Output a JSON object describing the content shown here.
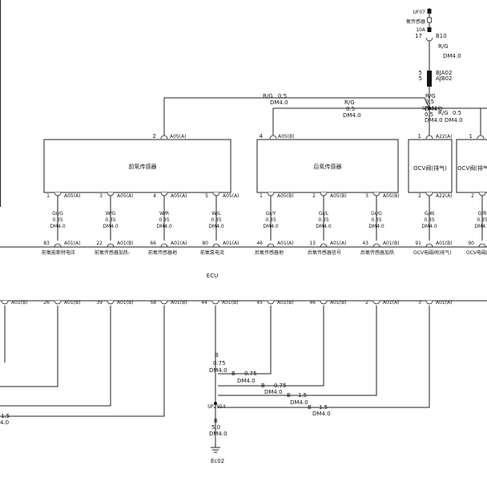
{
  "fuse": {
    "name": "UF07",
    "label": "氧传感器",
    "rating": "10A"
  },
  "b10": {
    "name": "B10",
    "pin": "17"
  },
  "power_wire": {
    "color": "R/G",
    "size": "0.5",
    "harness": "DM4.0"
  },
  "bja": {
    "pin_a": "5",
    "pin_b": "5",
    "name_a": "BJA02",
    "name_b": "AJB02"
  },
  "sp_top": {
    "name": "SP2926",
    "wire_down": {
      "color": "R/G",
      "size": "0.5",
      "harness": "DM4.0"
    }
  },
  "branch_top": {
    "color": "R/G",
    "size": "0.5",
    "harness": "DM4.0"
  },
  "branch_mid": {
    "color": "R/G",
    "size": "0.5",
    "harness": "DM4.0"
  },
  "branch_right": {
    "color": "R/G",
    "size": "0.5",
    "harness": "DM4.0"
  },
  "components": [
    {
      "name": "前氧传感器",
      "top_pin": "2",
      "top_conn": "A05(A)"
    },
    {
      "name": "后氧传感器",
      "top_pin": "4",
      "top_conn": "A05(B)"
    },
    {
      "name": "OCV阀(排气)",
      "top_pin": "1",
      "top_conn": "A22(A)"
    },
    {
      "name": "OCV阀(排气)"
    }
  ],
  "upper_pins": [
    {
      "comp_pin": "1",
      "comp_conn": "A05(A)",
      "color": "Gr/G",
      "size": "0.35",
      "harness": "DM4.0",
      "ecu_pin": "83",
      "ecu_conn": "A01(A)",
      "func": "前氧能斯特电压"
    },
    {
      "comp_pin": "3",
      "comp_conn": "A05(A)",
      "color": "W/G",
      "size": "0.35",
      "harness": "DM4.0",
      "ecu_pin": "22",
      "ecu_conn": "A01(B)",
      "func": "前氧传感器加热-"
    },
    {
      "comp_pin": "4",
      "comp_conn": "A05(A)",
      "color": "W/R",
      "size": "0.35",
      "harness": "DM4.0",
      "ecu_pin": "66",
      "ecu_conn": "A01(A)",
      "func": "前氧传感器地"
    },
    {
      "comp_pin": "5",
      "comp_conn": "A05(A)",
      "color": "W/L",
      "size": "0.35",
      "harness": "DM4.0",
      "ecu_pin": "80",
      "ecu_conn": "A01(A)",
      "func": "前氧泵电流"
    },
    {
      "comp_pin": "1",
      "comp_conn": "A05(B)",
      "color": "Gr/Y",
      "size": "0.35",
      "harness": "DM4.0",
      "ecu_pin": "46",
      "ecu_conn": "A01(A)",
      "func": "后氧传感器地"
    },
    {
      "comp_pin": "2",
      "comp_conn": "A05(B)",
      "color": "Gr/L",
      "size": "0.35",
      "harness": "DM4.0",
      "ecu_pin": "13",
      "ecu_conn": "A01(A)",
      "func": "后氧传感器信号"
    },
    {
      "comp_pin": "3",
      "comp_conn": "A05(B)",
      "color": "Gr/G",
      "size": "0.35",
      "harness": "DM4.0",
      "ecu_pin": "43",
      "ecu_conn": "A01(B)",
      "func": "后氧传感器加热"
    },
    {
      "comp_pin": "2",
      "comp_conn": "A22(A)",
      "color": "G/W",
      "size": "0.35",
      "harness": "DM4.0",
      "ecu_pin": "91",
      "ecu_conn": "A01(B)",
      "func": "OCV电磁阀(排气)"
    },
    {
      "comp_pin": "2",
      "comp_conn": "",
      "color": "G/R",
      "size": "0.35",
      "harness": "DM4.0",
      "ecu_pin": "90",
      "ecu_conn": "A01(B)",
      "func": "OCV电磁阀("
    }
  ],
  "ecu": {
    "label": "ECU"
  },
  "lower_pins": [
    {
      "ecu_pin": "",
      "ecu_conn": "A01(B)"
    },
    {
      "ecu_pin": "26",
      "ecu_conn": "A01(B)"
    },
    {
      "ecu_pin": "39",
      "ecu_conn": "A01(B)"
    },
    {
      "ecu_pin": "58",
      "ecu_conn": "A01(B)"
    },
    {
      "ecu_pin": "44",
      "ecu_conn": "A01(B)"
    },
    {
      "ecu_pin": "45",
      "ecu_conn": "A01(B)"
    },
    {
      "ecu_pin": "46",
      "ecu_conn": "A01(B)"
    },
    {
      "ecu_pin": "2",
      "ecu_conn": "A01(A)"
    },
    {
      "ecu_pin": "3",
      "ecu_conn": "A01(A)"
    }
  ],
  "ground_wires": {
    "main": {
      "color": "B",
      "size": "0.75",
      "harness": "DM4.0"
    },
    "w45": {
      "color": "B",
      "size": "0.75",
      "harness": "DM4.0"
    },
    "w46": {
      "color": "B",
      "size": "0.75",
      "harness": "DM4.0"
    },
    "w2": {
      "color": "B",
      "size": "1.5",
      "harness": "DM4.0"
    },
    "w3": {
      "color": "B",
      "size": "1.5",
      "harness": "DM4.0"
    },
    "left": {
      "size": "1.5",
      "harness": "4.0"
    }
  },
  "sp_bottom": {
    "name": "SP2954",
    "wire_down": {
      "color": "B",
      "size": "5.0",
      "harness": "DM4.0"
    }
  },
  "ground": {
    "name": "Ec02"
  }
}
